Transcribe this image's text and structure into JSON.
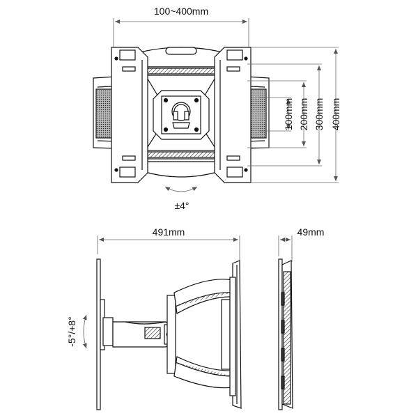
{
  "front_view": {
    "width_label": "100~400mm",
    "height_labels": [
      "100mm",
      "200mm",
      "300mm",
      "400mm"
    ],
    "rotation_label": "±4°"
  },
  "side_view": {
    "extension_label": "491mm",
    "tilt_label": "-5°/+8°"
  },
  "edge_view": {
    "depth_label": "49mm"
  }
}
